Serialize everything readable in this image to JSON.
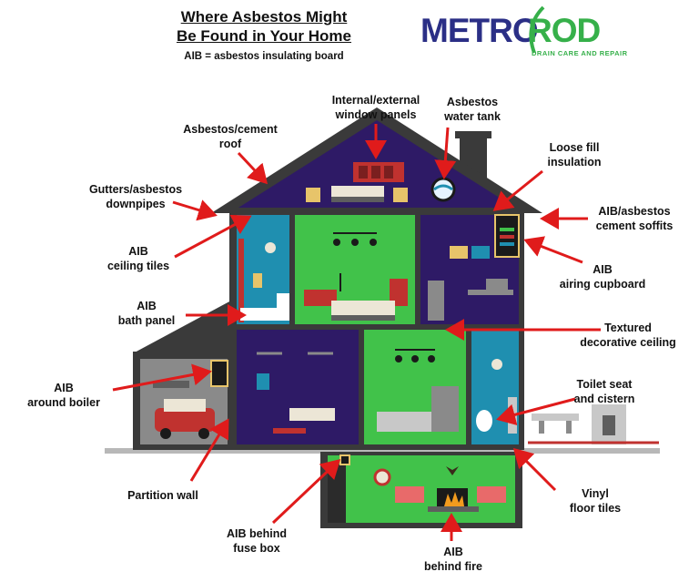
{
  "header": {
    "title_line1": "Where Asbestos Might",
    "title_line2": "Be Found in Your Home",
    "subtitle": "AIB = asbestos insulating board"
  },
  "logo": {
    "word1": "METRO",
    "word2": "ROD",
    "tagline": "DRAIN CARE AND REPAIR"
  },
  "labels": {
    "window_panels": "Internal/external\nwindow panels",
    "water_tank": "Asbestos\nwater tank",
    "cement_roof": "Asbestos/cement\nroof",
    "loose_fill": "Loose fill\ninsulation",
    "gutters": "Gutters/asbestos\ndownpipes",
    "soffits": "AIB/asbestos\ncement soffits",
    "ceiling_tiles": "AIB\nceiling tiles",
    "airing_cupboard": "AIB\nairing cupboard",
    "bath_panel": "AIB\nbath panel",
    "textured_ceiling": "Textured\ndecorative ceiling",
    "around_boiler": "AIB\naround boiler",
    "toilet": "Toilet seat\nand cistern",
    "partition_wall": "Partition wall",
    "vinyl_tiles": "Vinyl\nfloor tiles",
    "fuse_box": "AIB behind\nfuse box",
    "behind_fire": "AIB\nbehind fire"
  },
  "colors": {
    "outline": "#3a3a3a",
    "navy": "#2e1a66",
    "green": "#41c24a",
    "teal": "#1f8fb0",
    "garage_grey": "#8a8a8a",
    "arrow_red": "#e01b1b",
    "ground_grey": "#b8b8b8"
  }
}
